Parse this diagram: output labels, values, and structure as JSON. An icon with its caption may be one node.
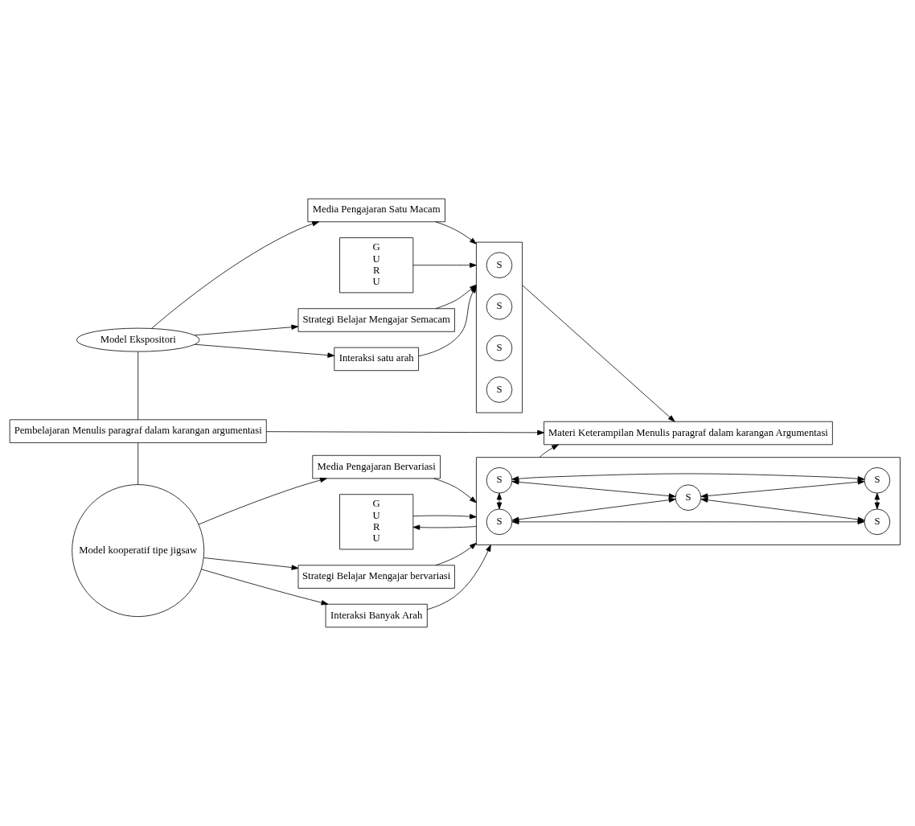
{
  "diagram": {
    "nodes": [
      {
        "text": [
          "Model Ekspositori"
        ]
      },
      {
        "text": [
          "Strategi Belajar Mengajar Semacam"
        ]
      },
      {
        "text": [
          "Interaksi satu arah"
        ]
      },
      {
        "text": [
          "Media Pengajaran Satu Macam"
        ]
      },
      {
        "text": [],
        "shape": "box"
      },
      {
        "text": [
          "S"
        ],
        "in": 4
      },
      {
        "text": [
          "S"
        ],
        "in": 4
      },
      {
        "text": [
          "S"
        ],
        "in": 4
      },
      {
        "text": [
          "S"
        ],
        "in": 4
      },
      {
        "text": [
          "G U R U"
        ]
      },
      {
        "text": [
          "Pembelajaran Menulis paragraf dalam karangan argumentasi"
        ]
      },
      {
        "text": [
          "Materi Keterampilan Menulis paragraf dalam karangan Argumentasi"
        ]
      },
      {
        "text": [
          "Strategi Belajar Mengajar bervariasi"
        ]
      },
      {
        "text": [
          "Interaksi Banyak Arah"
        ]
      },
      {
        "text": [
          "Media Pengajaran Bervariasi"
        ]
      },
      {
        "text": [
          "Model kooperatif tipe jigsaw"
        ]
      },
      {
        "text": [],
        "shape": "box"
      },
      {
        "text": [
          "S"
        ],
        "in": 16
      },
      {
        "text": [
          "S"
        ],
        "in": 16
      },
      {
        "text": [
          "S"
        ],
        "in": 16
      },
      {
        "text": [
          "S"
        ],
        "in": 16
      },
      {
        "text": [
          "S"
        ],
        "in": 16
      },
      {
        "text": [
          "G U R U"
        ]
      }
    ],
    "edges": [
      {
        "from": 0,
        "to": 1,
        "arrow": "to"
      },
      {
        "from": 0,
        "to": 2,
        "arrow": "to"
      },
      {
        "from": 0,
        "to": 3,
        "arrow": "to"
      },
      {
        "from": 1,
        "to": 4,
        "arrow": "to"
      },
      {
        "from": 2,
        "to": 4,
        "arrow": "to"
      },
      {
        "from": 3,
        "to": 4,
        "arrow": "to"
      },
      {
        "from": 9,
        "to": 4,
        "arrow": "to"
      },
      {
        "from": 4,
        "to": 11,
        "arrow": "to"
      },
      {
        "from": 0,
        "to": 10,
        "arrow": "none"
      },
      {
        "from": 10,
        "to": 15,
        "arrow": "none"
      },
      {
        "from": 10,
        "to": 11,
        "arrow": "to"
      },
      {
        "from": 15,
        "to": 12,
        "arrow": "to"
      },
      {
        "from": 15,
        "to": 13,
        "arrow": "to"
      },
      {
        "from": 15,
        "to": 14,
        "arrow": "to"
      },
      {
        "from": 12,
        "to": 16,
        "arrow": "to"
      },
      {
        "from": 13,
        "to": 16,
        "arrow": "to"
      },
      {
        "from": 14,
        "to": 16,
        "arrow": "to"
      },
      {
        "from": 16,
        "to": 11,
        "arrow": "to"
      },
      {
        "from": 16,
        "to": 22,
        "arrow": "to"
      },
      {
        "from": 22,
        "to": 16,
        "arrow": "to"
      },
      {
        "from": 17,
        "to": 18,
        "arrow": "both"
      },
      {
        "from": 17,
        "to": 20,
        "arrow": "both"
      },
      {
        "from": 17,
        "to": 19,
        "arrow": "both"
      },
      {
        "from": 18,
        "to": 19,
        "arrow": "both"
      },
      {
        "from": 18,
        "to": 21,
        "arrow": "both"
      },
      {
        "from": 19,
        "to": 20,
        "arrow": "both"
      },
      {
        "from": 19,
        "to": 21,
        "arrow": "both"
      },
      {
        "from": 20,
        "to": 21,
        "arrow": "both"
      }
    ]
  }
}
